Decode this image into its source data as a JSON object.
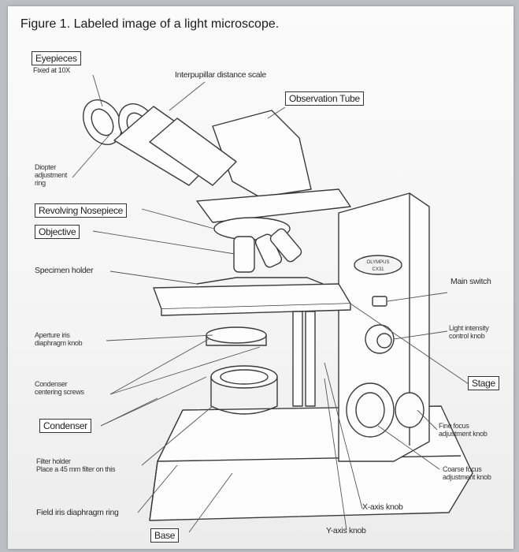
{
  "figure": {
    "title": "Figure 1. Labeled image of a light microscope."
  },
  "labels": {
    "eyepieces": "Eyepieces",
    "eyepieces_note": "Fixed at 10X",
    "interpupillary": "Interpupillar distance scale",
    "observation_tube": "Observation Tube",
    "diopter_line1": "Diopter",
    "diopter_line2": "adjustment",
    "diopter_line3": "ring",
    "revolving_nosepiece": "Revolving Nosepiece",
    "objective": "Objective",
    "specimen_holder": "Specimen holder",
    "brand": "OLYMPUS",
    "brand_model": "CX31",
    "main_switch": "Main switch",
    "light_intensity_line1": "Light intensity",
    "light_intensity_line2": "control knob",
    "aperture_line1": "Aperture iris",
    "aperture_line2": "diaphragm knob",
    "condenser_screws_line1": "Condenser",
    "condenser_screws_line2": "centering screws",
    "stage": "Stage",
    "condenser": "Condenser",
    "fine_focus_line1": "Fine focus",
    "fine_focus_line2": "adjustment knob",
    "filter_holder": "Filter holder",
    "filter_holder_note": "Place a 45 mm filter on this",
    "coarse_focus_line1": "Coarse focus",
    "coarse_focus_line2": "adjustment knob",
    "field_iris": "Field iris diaphragm ring",
    "x_axis_knob": "X-axis knob",
    "base": "Base",
    "y_axis_knob": "Y-axis knob"
  }
}
